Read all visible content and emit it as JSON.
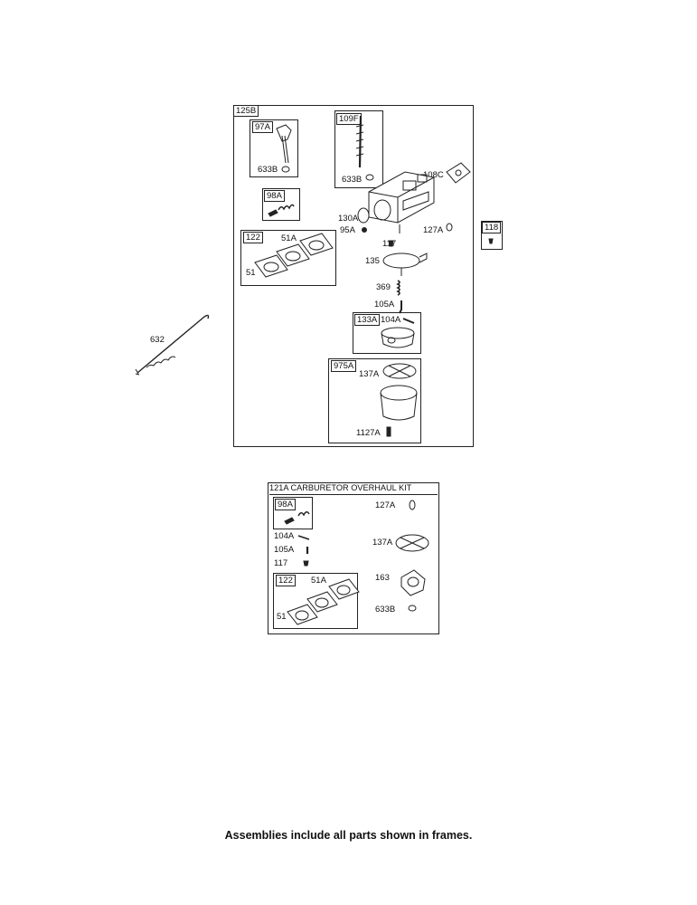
{
  "main_assembly": {
    "label": "125B",
    "frames": {
      "f97a": {
        "label": "97A",
        "part": "633B"
      },
      "f109f": {
        "label": "109F",
        "part": "633B"
      },
      "f98a": {
        "label": "98A"
      },
      "f122": {
        "label": "122",
        "parts": [
          "51A",
          "51"
        ]
      },
      "f133a": {
        "label": "133A",
        "part": "104A"
      },
      "f975a": {
        "label": "975A",
        "parts": [
          "137A",
          "1127A"
        ]
      }
    },
    "callouts": [
      "108C",
      "130A",
      "95A",
      "127A",
      "117",
      "135",
      "369",
      "105A"
    ]
  },
  "side_frame": {
    "label": "118"
  },
  "loose_part": {
    "label": "632"
  },
  "kit": {
    "title": "121A CARBURETOR OVERHAUL KIT",
    "frames": {
      "f98a": {
        "label": "98A"
      },
      "f122": {
        "label": "122",
        "parts": [
          "51A",
          "51"
        ]
      }
    },
    "left_parts": [
      "104A",
      "105A",
      "117"
    ],
    "right_parts": [
      "127A",
      "137A",
      "163",
      "633B"
    ]
  },
  "footer": "Assemblies include all parts shown in frames."
}
